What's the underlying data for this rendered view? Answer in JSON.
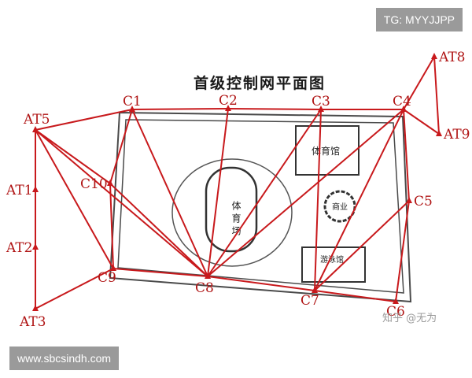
{
  "title": "首级控制网平面图",
  "points": [
    {
      "id": "AT8",
      "label": "AT8"
    },
    {
      "id": "AT9",
      "label": "AT9"
    },
    {
      "id": "AT5",
      "label": "AT5"
    },
    {
      "id": "AT1",
      "label": "AT1"
    },
    {
      "id": "AT2",
      "label": "AT2"
    },
    {
      "id": "AT3",
      "label": "AT3"
    },
    {
      "id": "C1",
      "label": "C1"
    },
    {
      "id": "C2",
      "label": "C2"
    },
    {
      "id": "C3",
      "label": "C3"
    },
    {
      "id": "C4",
      "label": "C4"
    },
    {
      "id": "C5",
      "label": "C5"
    },
    {
      "id": "C6",
      "label": "C6"
    },
    {
      "id": "C7",
      "label": "C7"
    },
    {
      "id": "C8",
      "label": "C8"
    },
    {
      "id": "C9",
      "label": "C9"
    },
    {
      "id": "C10",
      "label": "C10"
    }
  ],
  "edges": [
    [
      "AT5",
      "C1"
    ],
    [
      "C1",
      "C2"
    ],
    [
      "C2",
      "C3"
    ],
    [
      "C3",
      "C4"
    ],
    [
      "C4",
      "AT8"
    ],
    [
      "AT8",
      "AT9"
    ],
    [
      "C4",
      "AT9"
    ],
    [
      "C4",
      "C5"
    ],
    [
      "C5",
      "C6"
    ],
    [
      "C6",
      "C7"
    ],
    [
      "C7",
      "C8"
    ],
    [
      "C8",
      "C9"
    ],
    [
      "C9",
      "AT3"
    ],
    [
      "AT3",
      "AT1"
    ],
    [
      "AT1",
      "AT2"
    ],
    [
      "AT1",
      "AT5"
    ],
    [
      "AT5",
      "C9"
    ],
    [
      "AT5",
      "C10"
    ],
    [
      "AT5",
      "C8"
    ],
    [
      "C10",
      "C9"
    ],
    [
      "C10",
      "C1"
    ],
    [
      "C10",
      "C8"
    ],
    [
      "C1",
      "C8"
    ],
    [
      "C2",
      "C8"
    ],
    [
      "C3",
      "C8"
    ],
    [
      "C3",
      "C7"
    ],
    [
      "C4",
      "C7"
    ],
    [
      "C5",
      "C7"
    ],
    [
      "C4",
      "C8"
    ]
  ],
  "buildings": {
    "stadium": "体育场",
    "gym": "体育馆",
    "pool": "游泳馆",
    "commerce": "商业"
  },
  "watermark": "知乎 @无为",
  "tag_top": "TG: MYYJJPP",
  "tag_bottom": "www.sbcsindh.com",
  "colors": {
    "network": "#c8191c",
    "outline": "#4a4a4a"
  }
}
